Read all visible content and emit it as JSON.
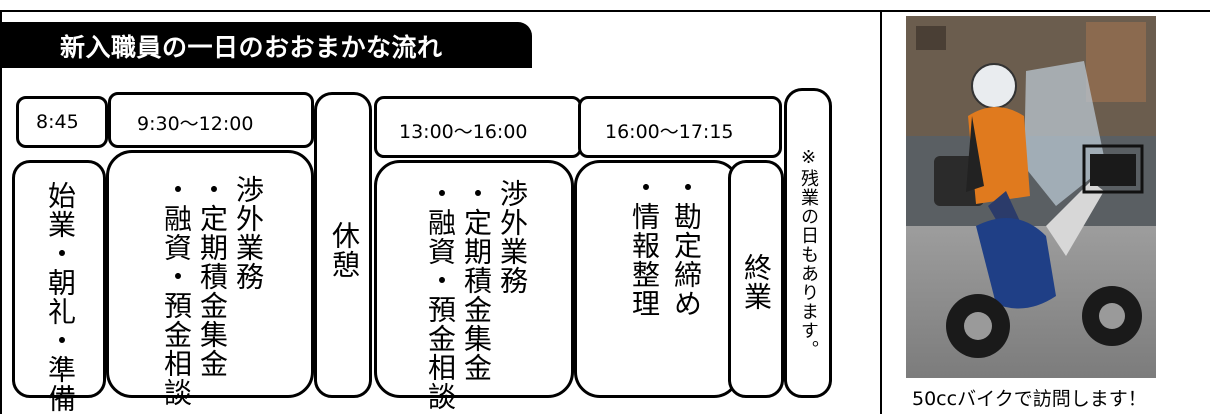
{
  "title": "新入職員の一日のおおまかな流れ",
  "schedule": {
    "t1": "8:45",
    "t2": "9:30〜12:00",
    "t3": "13:00〜16:00",
    "t4": "16:00〜17:15"
  },
  "activities": {
    "start_col": "始業・朝礼・準備",
    "morning_col1": "渉外業務",
    "morning_col2": "・定期積金集金",
    "morning_col3": "・融資・預金相談",
    "break_col": "休憩",
    "afternoon_col1": "渉外業務",
    "afternoon_col2": "・定期積金集金",
    "afternoon_col3": "・融資・預金相談",
    "closing_col1": "・勘定締め",
    "closing_col2": "・情報整理",
    "end_col": "終業",
    "overtime_note": "※残業の日もあります。"
  },
  "photo": {
    "caption": "50ccバイクで訪問します！",
    "icon": "person-on-scooter-photo"
  },
  "colors": {
    "title_bg": "#000000",
    "title_text": "#ffffff",
    "border": "#000000"
  }
}
